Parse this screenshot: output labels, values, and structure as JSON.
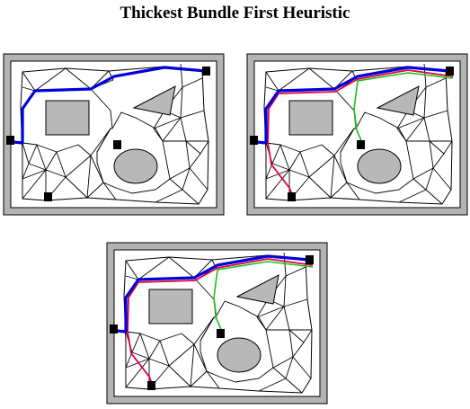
{
  "title": "Thickest Bundle First Heuristic",
  "colors": {
    "frame": "#b3b3b3",
    "obstacle": "#b8b8b8",
    "mesh": "#000000",
    "terminal": "#000000",
    "route_blue": "#0000dd",
    "route_red": "#e0003c",
    "route_green": "#19c219"
  },
  "panels": [
    {
      "name": "panel-step-1",
      "routes": [
        "blue"
      ]
    },
    {
      "name": "panel-step-2",
      "routes": [
        "blue",
        "red",
        "green"
      ]
    },
    {
      "name": "panel-step-3",
      "routes": [
        "blue",
        "red",
        "green"
      ]
    }
  ]
}
